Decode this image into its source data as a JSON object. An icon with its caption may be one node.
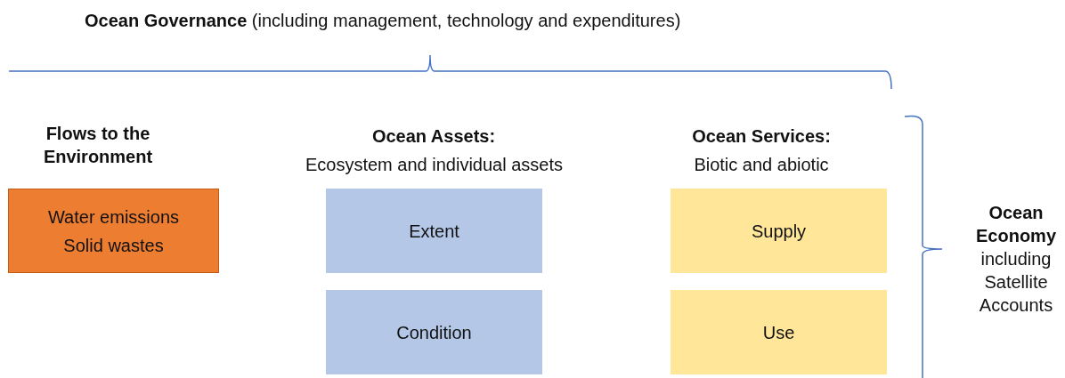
{
  "diagram": {
    "nodes": [
      {
        "text": [
          "Water emissions Solid wastes"
        ]
      },
      {
        "text": [
          "Extent"
        ]
      },
      {
        "text": [
          "Condition"
        ]
      },
      {
        "text": [
          "Supply"
        ]
      },
      {
        "text": [
          "Use"
        ]
      }
    ],
    "labels": [
      "**Ocean Governance** (including management, technology and expenditures)",
      "Flows to the Environment",
      "Ocean Assets:",
      "Ecosystem and individual assets",
      "Ocean Services:",
      "Biotic and abiotic",
      "**Ocean Economy** including Satellite Accounts"
    ]
  }
}
